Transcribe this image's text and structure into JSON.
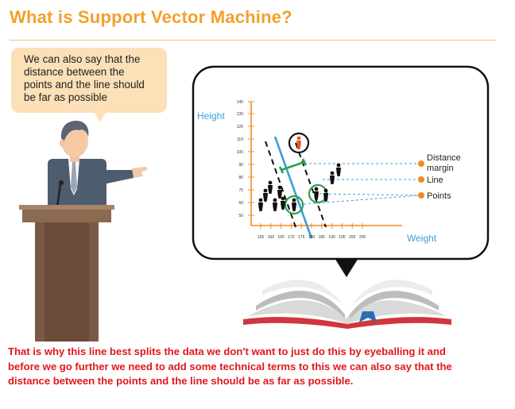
{
  "title": "What is Support Vector Machine?",
  "speech_bubble": {
    "lines": [
      "We can also say that the",
      "distance between the",
      "points and the line should",
      "be far as possible"
    ]
  },
  "chart_data": {
    "type": "scatter",
    "ylabel": "Height",
    "xlabel": "Weight",
    "y_ticks": [
      "140",
      "130",
      "120",
      "110",
      "100",
      "90",
      "80",
      "70",
      "60",
      "50"
    ],
    "x_ticks": [
      "155",
      "160",
      "165",
      "170",
      "175",
      "180",
      "185",
      "190",
      "195",
      "200",
      "205"
    ],
    "annotations": {
      "distance_margin": [
        "Distance",
        "margin"
      ],
      "line": "Line",
      "points": "Points"
    }
  },
  "caption": {
    "lines": [
      "That is why this line best splits the data we don't want to just do this by eyeballing it and",
      "before we go further we need to add some technical terms to this we can also say that the",
      "distance between the points and the line should be as far as possible."
    ]
  },
  "colors": {
    "title": "#f3a02a",
    "axis": "#f08c1e",
    "axis_label": "#3aa0d8",
    "separator": "#3aa0d8",
    "highlight": "#2e9e4f",
    "caption": "#e2161b"
  }
}
